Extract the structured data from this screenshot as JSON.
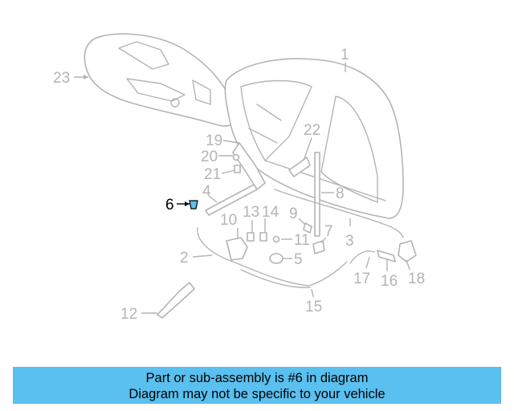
{
  "diagram": {
    "highlight_color": "#59c0ef",
    "line_color": "#b4b4b4",
    "highlighted_part": "6",
    "callouts": [
      {
        "id": "c23",
        "label": "23"
      },
      {
        "id": "c1",
        "label": "1"
      },
      {
        "id": "c22",
        "label": "22"
      },
      {
        "id": "c19",
        "label": "19"
      },
      {
        "id": "c20",
        "label": "20"
      },
      {
        "id": "c21",
        "label": "21"
      },
      {
        "id": "c4",
        "label": "4"
      },
      {
        "id": "c6",
        "label": "6"
      },
      {
        "id": "c8",
        "label": "8"
      },
      {
        "id": "c10",
        "label": "10"
      },
      {
        "id": "c13",
        "label": "13"
      },
      {
        "id": "c14",
        "label": "14"
      },
      {
        "id": "c9",
        "label": "9"
      },
      {
        "id": "c7",
        "label": "7"
      },
      {
        "id": "c11",
        "label": "11"
      },
      {
        "id": "c3",
        "label": "3"
      },
      {
        "id": "c2",
        "label": "2"
      },
      {
        "id": "c5",
        "label": "5"
      },
      {
        "id": "c17",
        "label": "17"
      },
      {
        "id": "c16",
        "label": "16"
      },
      {
        "id": "c18",
        "label": "18"
      },
      {
        "id": "c12",
        "label": "12"
      },
      {
        "id": "c15",
        "label": "15"
      }
    ]
  },
  "caption": {
    "line1": "Part or sub-assembly is #6 in diagram",
    "line2": "Diagram may not be specific to your vehicle",
    "background": "#59c0ef"
  }
}
